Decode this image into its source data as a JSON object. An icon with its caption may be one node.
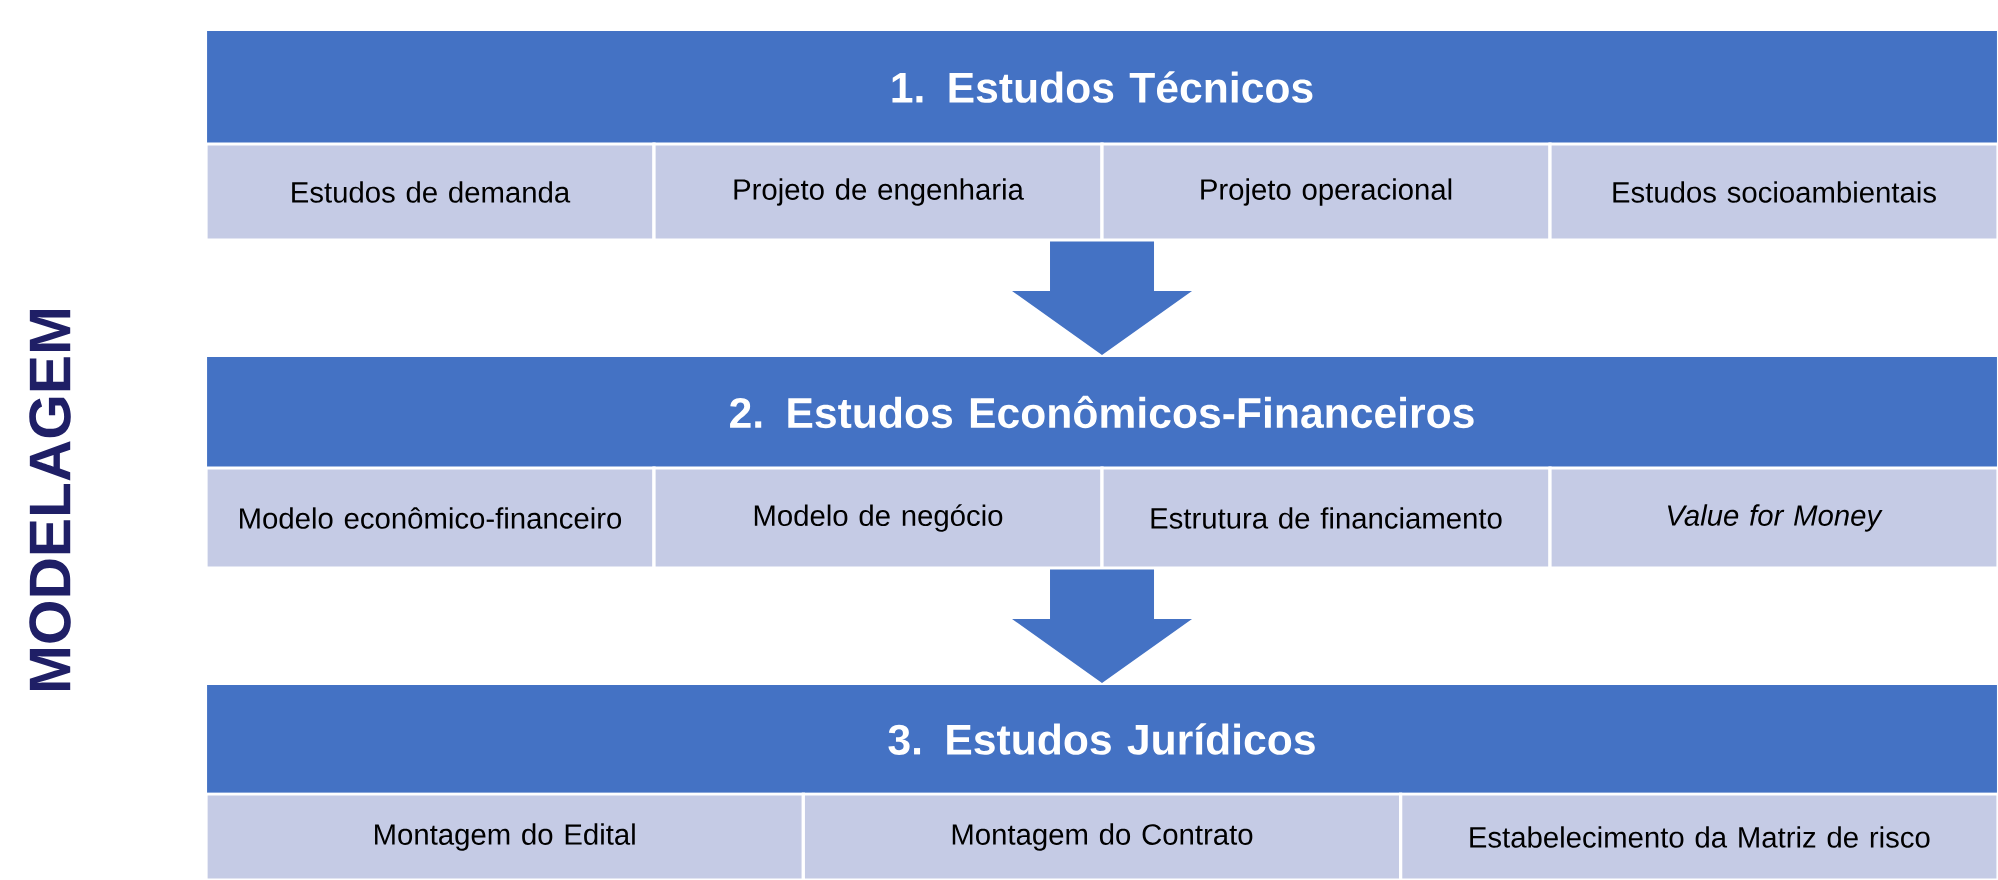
{
  "diagram": {
    "nodes": [
      {
        "text": [
          "1. Estudos Técnicos"
        ]
      },
      {
        "text": [
          "Estudos de demanda"
        ]
      },
      {
        "text": [
          "Projeto de engenharia"
        ]
      },
      {
        "text": [
          "Projeto operacional"
        ]
      },
      {
        "text": [
          "Estudos socioambientais"
        ]
      },
      {
        "text": [
          "2. Estudos Econômicos-Financeiros"
        ]
      },
      {
        "text": [
          "Modelo econômico-financeiro"
        ]
      },
      {
        "text": [
          "Modelo de negócio"
        ]
      },
      {
        "text": [
          "Estrutura de financiamento"
        ]
      },
      {
        "text": [
          "*Value for Money*"
        ]
      },
      {
        "text": [
          "3. Estudos Jurídicos"
        ]
      },
      {
        "text": [
          "Montagem do Edital"
        ]
      },
      {
        "text": [
          "Montagem do Contrato"
        ]
      },
      {
        "text": [
          "Estabelecimento da Matriz de risco"
        ]
      }
    ],
    "edges": [
      {
        "from": 2,
        "to": 5,
        "arrow": "to"
      },
      {
        "from": 7,
        "to": 10,
        "arrow": "to"
      }
    ],
    "labels": [
      "MODELAGEM"
    ]
  }
}
